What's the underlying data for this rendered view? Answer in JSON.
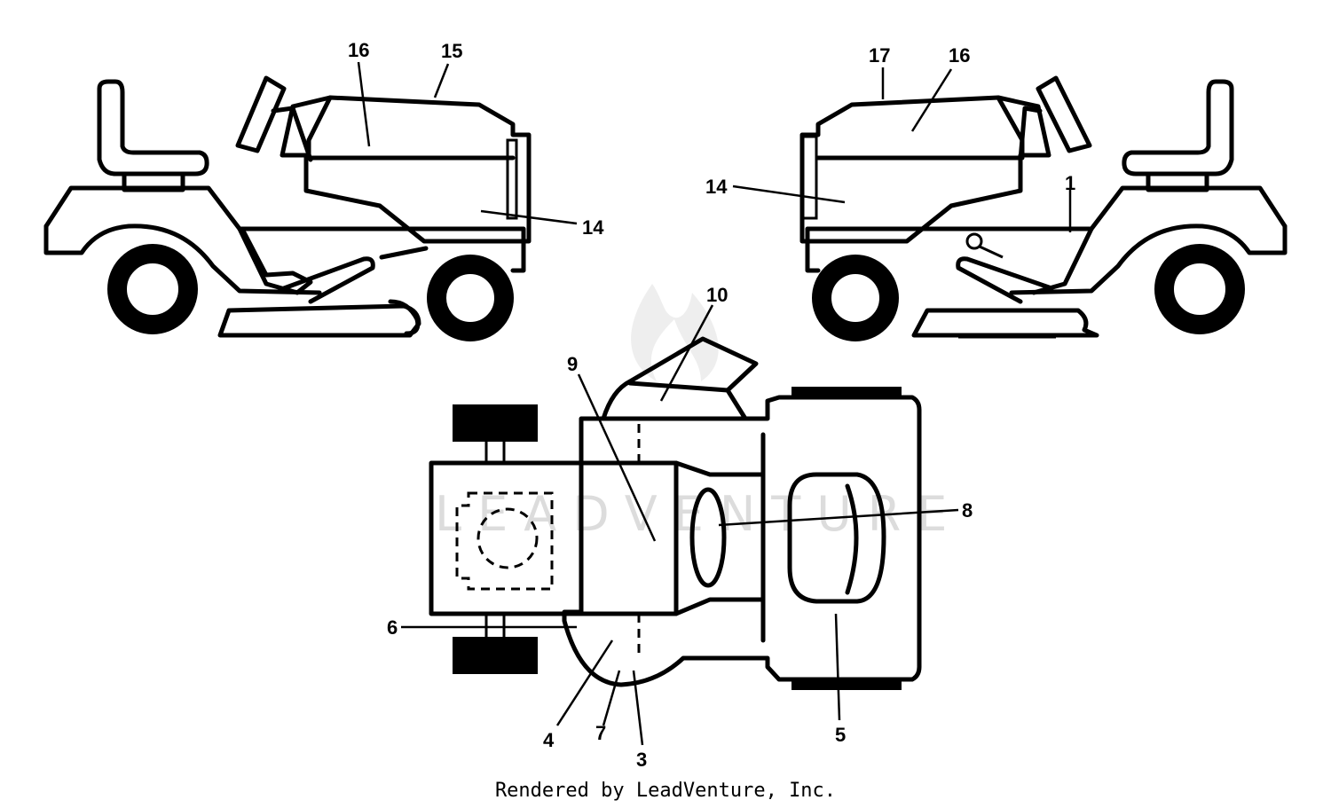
{
  "diagram": {
    "callouts": [
      {
        "id": "c16a",
        "text": "16"
      },
      {
        "id": "c15",
        "text": "15"
      },
      {
        "id": "c14a",
        "text": "14"
      },
      {
        "id": "c17",
        "text": "17"
      },
      {
        "id": "c16b",
        "text": "16"
      },
      {
        "id": "c14b",
        "text": "14"
      },
      {
        "id": "c1",
        "text": "1"
      },
      {
        "id": "c10",
        "text": "10"
      },
      {
        "id": "c9",
        "text": "9"
      },
      {
        "id": "c8",
        "text": "8"
      },
      {
        "id": "c6",
        "text": "6"
      },
      {
        "id": "c4",
        "text": "4"
      },
      {
        "id": "c7",
        "text": "7"
      },
      {
        "id": "c3",
        "text": "3"
      },
      {
        "id": "c5",
        "text": "5"
      }
    ],
    "watermark": "LEADVENTURE",
    "footer": "Rendered by LeadVenture, Inc."
  }
}
